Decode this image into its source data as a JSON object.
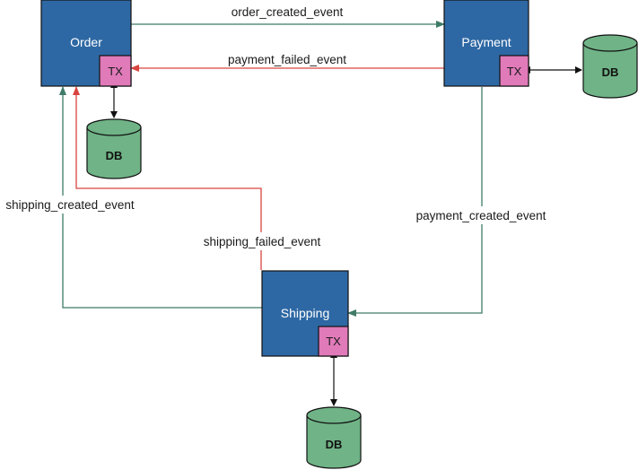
{
  "colors": {
    "service_fill": "#2e68a4",
    "service_stroke": "#111111",
    "tx_fill": "#e07ab9",
    "db_fill": "#6fb386",
    "success_arrow": "#3f7b68",
    "failure_arrow": "#d9443f",
    "db_link": "#111111"
  },
  "services": {
    "order": {
      "label": "Order",
      "tx_label": "TX",
      "db_label": "DB"
    },
    "payment": {
      "label": "Payment",
      "tx_label": "TX",
      "db_label": "DB"
    },
    "shipping": {
      "label": "Shipping",
      "tx_label": "TX",
      "db_label": "DB"
    }
  },
  "events": {
    "order_created": "order_created_event",
    "payment_failed": "payment_failed_event",
    "payment_created": "payment_created_event",
    "shipping_created": "shipping_created_event",
    "shipping_failed": "shipping_failed_event"
  }
}
